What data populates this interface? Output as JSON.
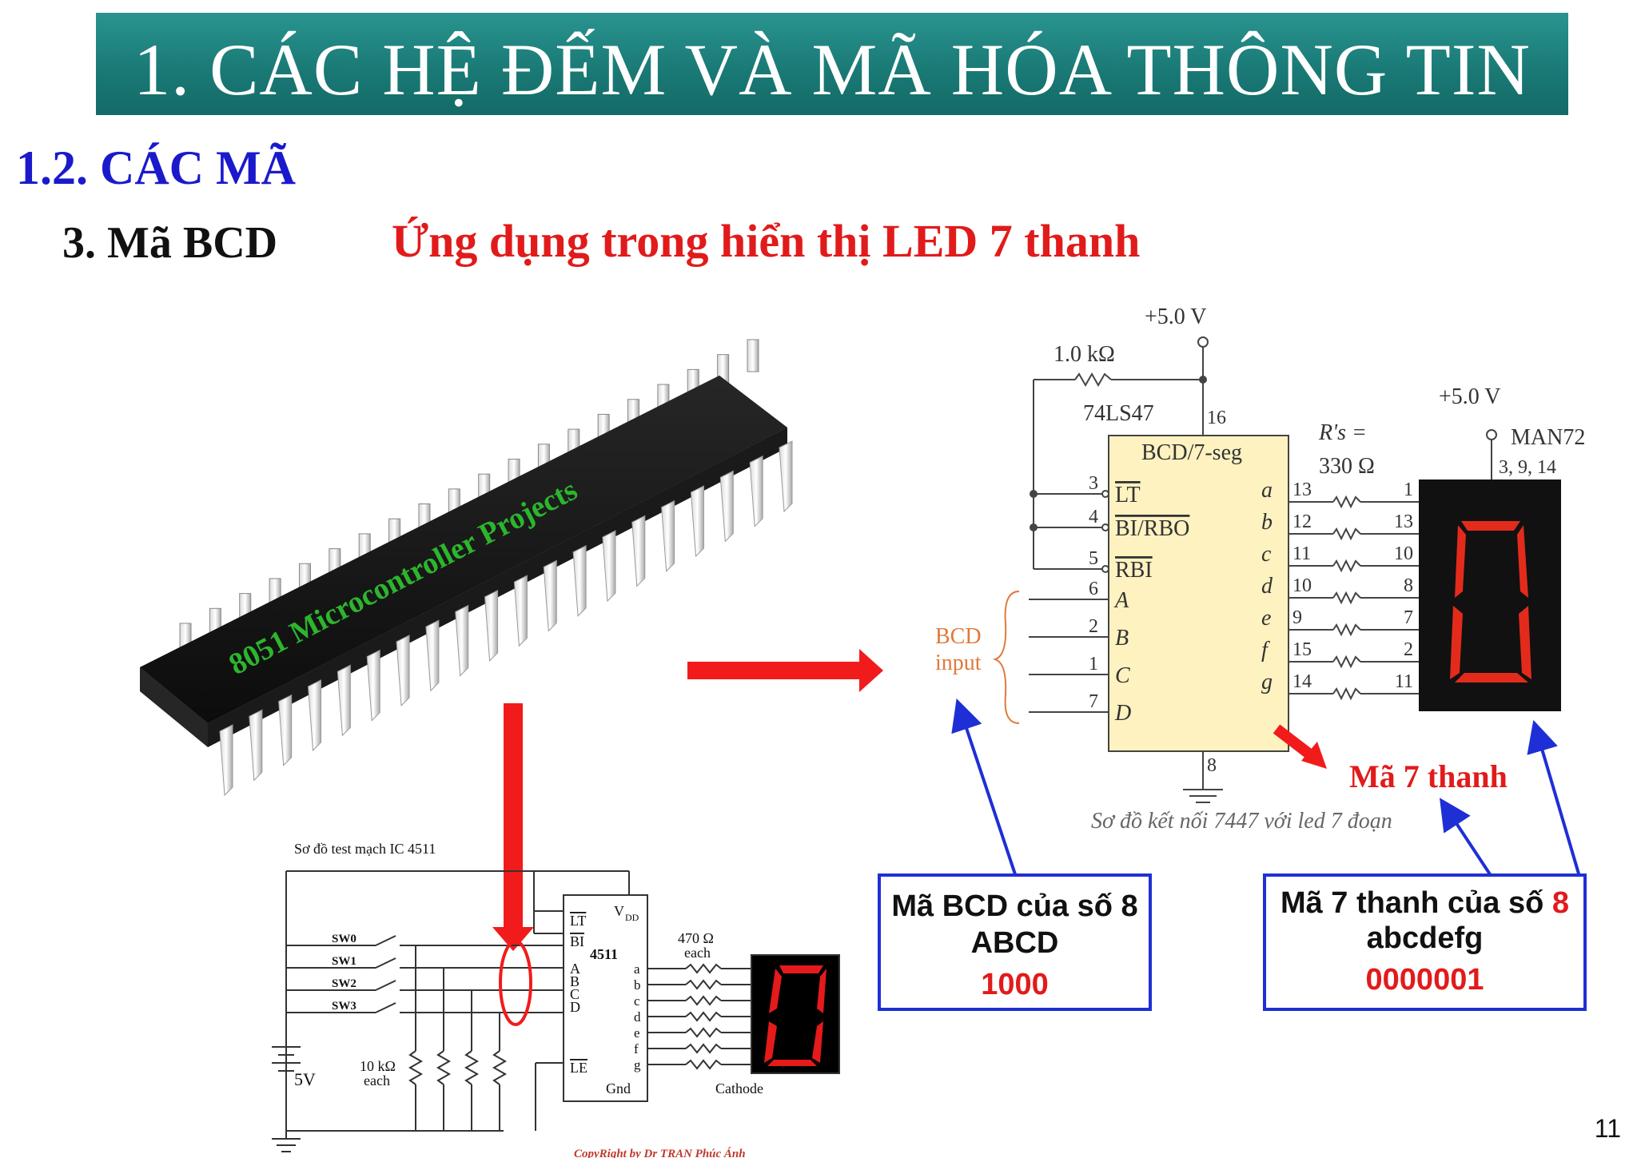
{
  "slide": {
    "title": "1. CÁC HỆ ĐẾM VÀ MÃ HÓA THÔNG TIN",
    "section": "1.2. CÁC MÃ",
    "subsection": "3. Mã BCD",
    "application": "Ứng dụng trong hiển thị LED 7 thanh",
    "page_number": "11"
  },
  "chip": {
    "label": "8051 Microcontroller Projects"
  },
  "circuit_7447": {
    "vcc_top": "+5.0 V",
    "resistor": "1.0 kΩ",
    "ic_name": "74LS47",
    "ic_function": "BCD/7-seg",
    "pin16": "16",
    "pin8": "8",
    "inputs": [
      {
        "pin": "3",
        "name": "LT"
      },
      {
        "pin": "4",
        "name": "BI/RBO"
      },
      {
        "pin": "5",
        "name": "RBI"
      },
      {
        "pin": "6",
        "name": "A"
      },
      {
        "pin": "2",
        "name": "B"
      },
      {
        "pin": "1",
        "name": "C"
      },
      {
        "pin": "7",
        "name": "D"
      }
    ],
    "outputs": [
      {
        "seg": "a",
        "ic_pin": "13",
        "led_pin": "1"
      },
      {
        "seg": "b",
        "ic_pin": "12",
        "led_pin": "13"
      },
      {
        "seg": "c",
        "ic_pin": "11",
        "led_pin": "10"
      },
      {
        "seg": "d",
        "ic_pin": "10",
        "led_pin": "8"
      },
      {
        "seg": "e",
        "ic_pin": "9",
        "led_pin": "7"
      },
      {
        "seg": "f",
        "ic_pin": "15",
        "led_pin": "2"
      },
      {
        "seg": "g",
        "ic_pin": "14",
        "led_pin": "11"
      }
    ],
    "rs_label_1": "R's =",
    "rs_label_2": "330 Ω",
    "vcc_led": "+5.0 V",
    "led_name": "MAN72",
    "led_pins": "3, 9, 14",
    "bcd_input_1": "BCD",
    "bcd_input_2": "input",
    "caption": "Sơ đồ kết nối 7447 với led 7 đoạn",
    "seg_code_label": "Mã 7 thanh"
  },
  "circuit_4511": {
    "caption": "Sơ đồ test mạch IC 4511",
    "switches": [
      "SW0",
      "SW1",
      "SW2",
      "SW3"
    ],
    "battery": "5V",
    "pulldown": "10 kΩ",
    "pulldown_each": "each",
    "ic_name": "4511",
    "vdd": "V",
    "vdd_sub": "DD",
    "lt": "LT",
    "bi": "BI",
    "le": "LE",
    "gnd": "Gnd",
    "in_pins": [
      "A",
      "B",
      "C",
      "D"
    ],
    "out_pins": [
      "a",
      "b",
      "c",
      "d",
      "e",
      "f",
      "g"
    ],
    "resistor": "470 Ω",
    "resistor_each": "each",
    "cathode": "Cathode",
    "copyright": "CopyRight by Dr TRAN Phúc Ánh"
  },
  "box_bcd": {
    "line1": "Mã BCD của số 8",
    "line2": "ABCD",
    "value": "1000"
  },
  "box_7seg": {
    "line1_a": "Mã 7 thanh của số ",
    "line1_b": "8",
    "line2": "abcdefg",
    "value": "0000001"
  },
  "colors": {
    "title_bg": "#1a7a76",
    "section": "#1a1acc",
    "accent_red": "#e11b1b",
    "box_border": "#1f2fd6",
    "led_on": "#e32b1c",
    "chip_text": "#2db52d"
  }
}
